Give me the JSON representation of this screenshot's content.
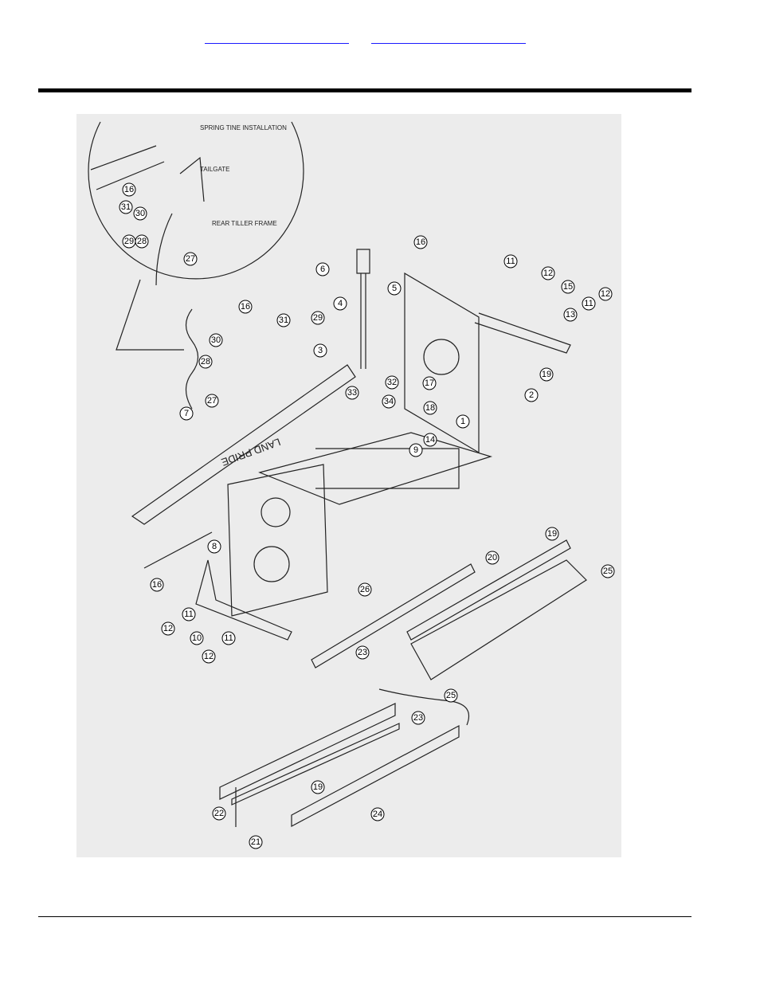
{
  "header": {
    "links": [
      {
        "label": ""
      },
      {
        "label": ""
      }
    ]
  },
  "diagram": {
    "detail_title": "SPRING TINE INSTALLATION",
    "labels": {
      "tailgate": "TAILGATE",
      "rear_tiller_frame": "REAR TILLER FRAME",
      "brand_decal": "LAND PRIDE"
    },
    "callouts": [
      "16",
      "31",
      "30",
      "27",
      "29",
      "28",
      "6",
      "5",
      "16",
      "11",
      "12",
      "15",
      "4",
      "13",
      "11",
      "12",
      "19",
      "2",
      "17",
      "18",
      "16",
      "31",
      "29",
      "30",
      "3",
      "28",
      "27",
      "7",
      "33",
      "32",
      "34",
      "1",
      "14",
      "9",
      "8",
      "16",
      "12",
      "11",
      "10",
      "12",
      "11",
      "26",
      "23",
      "19",
      "20",
      "25",
      "25",
      "23",
      "22",
      "19",
      "24",
      "21"
    ]
  },
  "colors": {
    "rule": "#000000",
    "link": "#1a1aff",
    "drawing_bg": "#ececec"
  }
}
